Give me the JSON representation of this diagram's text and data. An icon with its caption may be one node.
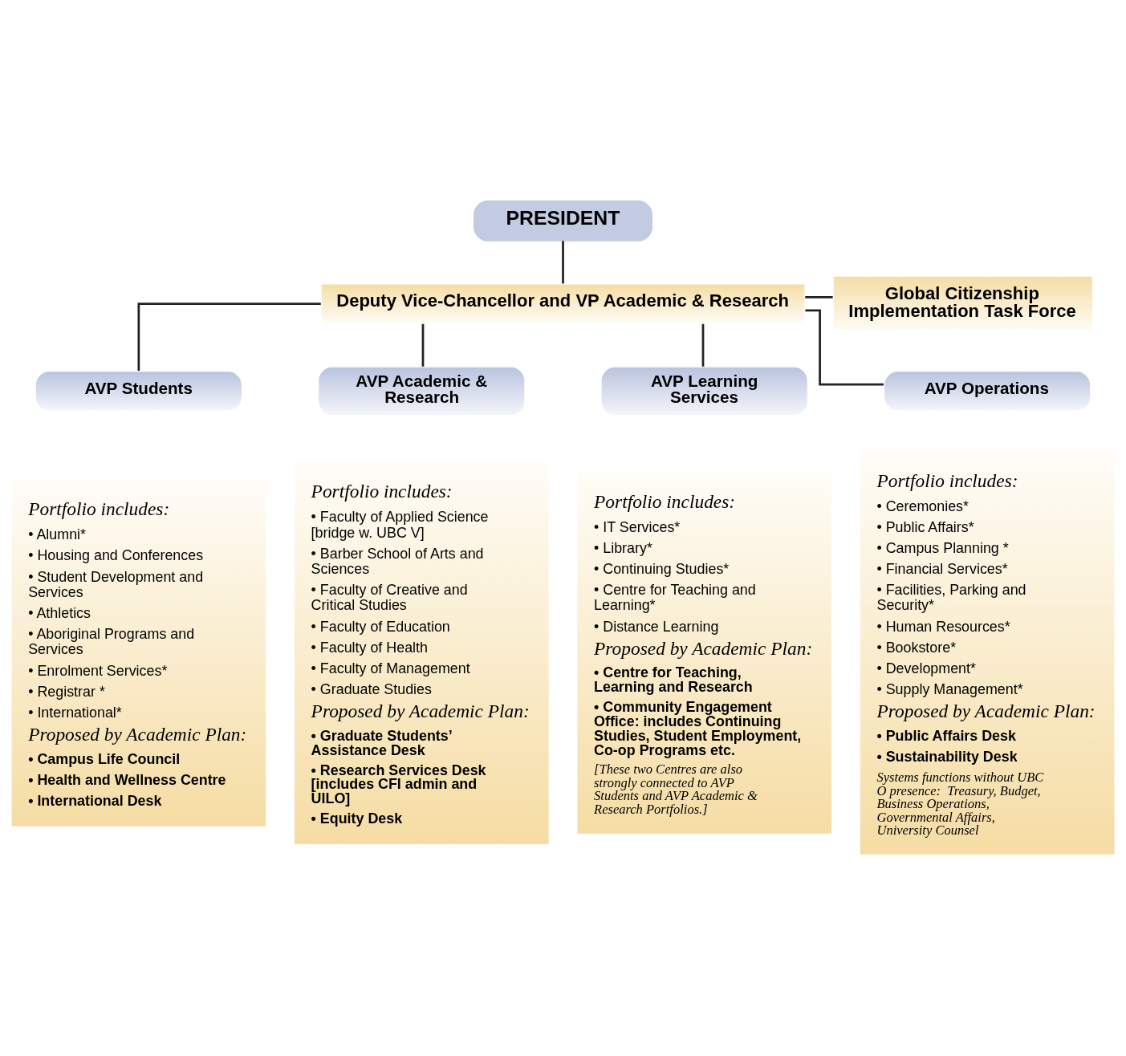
{
  "diagram": {
    "nodes": [
      {
        "text": [
          "PRESIDENT"
        ]
      },
      {
        "text": [
          "Deputy Vice-Chancellor and VP Academic & Research"
        ]
      },
      {
        "text": [
          "Global Citizenship Implementation Task Force"
        ]
      },
      {
        "text": [
          "AVP Students"
        ]
      },
      {
        "text": [
          "AVP Academic & Research"
        ]
      },
      {
        "text": [
          "AVP Learning Services"
        ]
      },
      {
        "text": [
          "AVP Operations"
        ]
      },
      {
        "text": [
          "Portfolio includes:",
          "• Alumni*",
          "• Housing and Conferences",
          "• Student Development and Services",
          "• Athletics",
          "• Aboriginal Programs and Services",
          "• Enrolment Services*",
          "• Registrar *",
          "• International*",
          "Proposed by Academic Plan:",
          "• Campus Life Council",
          "• Health and Wellness Centre",
          "• International Desk"
        ]
      },
      {
        "text": [
          "Portfolio includes:",
          "• Faculty of Applied Science [bridge w. UBC V]",
          "• Barber School of Arts and Sciences",
          "• Faculty of Creative and Critical Studies",
          "• Faculty of Education",
          "• Faculty of Health",
          "• Faculty of Management",
          "• Graduate Studies",
          "Proposed by Academic Plan:",
          "• Graduate Students’ Assistance Desk",
          "• Research Services Desk [includes CFI admin and UILO]",
          "• Equity Desk"
        ]
      },
      {
        "text": [
          "Portfolio includes:",
          "• IT Services*",
          "• Library*",
          "• Continuing Studies*",
          "• Centre for Teaching and Learning*",
          "• Distance Learning",
          "Proposed by Academic Plan:",
          "• Centre for Teaching, Learning and Research",
          "• Community Engagement Office: includes Continuing Studies, Student Employment, Co-op Programs etc.",
          "[These two Centres are also strongly connected to AVP Students and AVP Academic & Research Portfolios.]"
        ]
      },
      {
        "text": [
          "Portfolio includes:",
          "• Ceremonies*",
          "• Public Affairs*",
          "• Campus Planning *",
          "• Financial Services*",
          "• Facilities, Parking and Security*",
          "• Human Resources*",
          "• Bookstore*",
          "• Development*",
          "• Supply Management*",
          "Proposed by Academic Plan:",
          "• Public Affairs Desk",
          "• Sustainability Desk",
          "Systems functions without UBC O presence:  Treasury, Budget, Business Operations, Governmental Affairs, University Counsel"
        ]
      }
    ],
    "edges": [
      {
        "from": 0,
        "to": 1,
        "arrow": "none"
      },
      {
        "from": 1,
        "to": 2,
        "arrow": "none"
      },
      {
        "from": 1,
        "to": 3,
        "arrow": "none"
      },
      {
        "from": 1,
        "to": 4,
        "arrow": "none"
      },
      {
        "from": 1,
        "to": 5,
        "arrow": "none"
      },
      {
        "from": 1,
        "to": 6,
        "arrow": "none"
      }
    ]
  }
}
